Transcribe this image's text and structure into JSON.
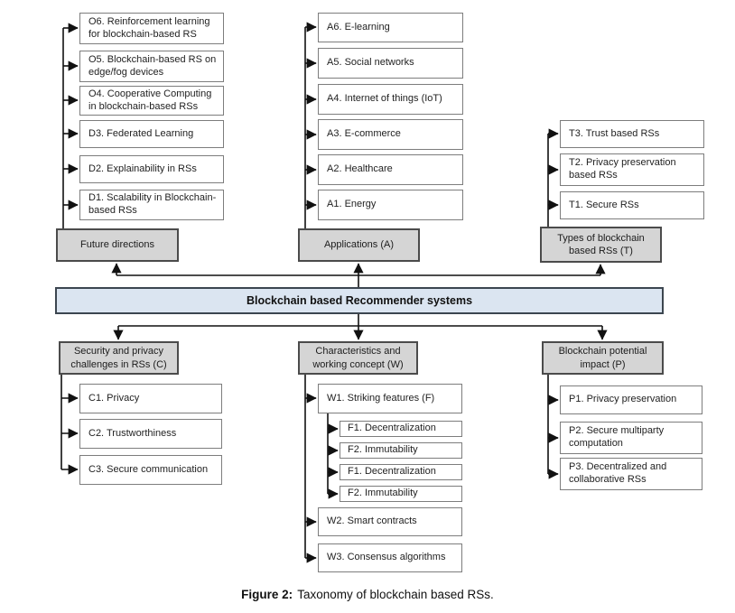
{
  "root_label": "Blockchain based Recommender systems",
  "colors": {
    "root_fill": "#dbe5f1",
    "root_border": "#3c4650",
    "category_fill": "#d5d5d5",
    "category_border": "#4b4b4b",
    "node_border": "#7d7d7d",
    "line_color": "#111111"
  },
  "future": {
    "category": "Future directions",
    "items": [
      "O6. Reinforcement learning for blockchain-based RS",
      "O5. Blockchain-based RS on edge/fog devices",
      "O4. Cooperative Computing in blockchain-based RSs",
      "D3. Federated Learning",
      "D2. Explainability in RSs",
      "D1. Scalability in Blockchain-based RSs"
    ]
  },
  "applications": {
    "category": "Applications (A)",
    "items": [
      "A6. E-learning",
      "A5. Social networks",
      "A4. Internet of things (IoT)",
      "A3. E-commerce",
      "A2. Healthcare",
      "A1. Energy"
    ]
  },
  "types": {
    "category": "Types of blockchain based RSs (T)",
    "items": [
      "T3. Trust based RSs",
      "T2. Privacy preservation based RSs",
      "T1. Secure RSs"
    ]
  },
  "challenges": {
    "category": "Security and privacy challenges in RSs (C)",
    "items": [
      "C1. Privacy",
      "C2. Trustworthiness",
      "C3. Secure communication"
    ]
  },
  "characteristics": {
    "category": "Characteristics and working concept (W)",
    "items": [
      "W1. Striking features (F)",
      "W2. Smart contracts",
      "W3. Consensus algorithms"
    ],
    "features": [
      "F1. Decentralization",
      "F2. Immutability",
      "F1. Decentralization",
      "F2. Immutability"
    ]
  },
  "impact": {
    "category": "Blockchain potential impact (P)",
    "items": [
      "P1. Privacy preservation",
      "P2. Secure multiparty computation",
      "P3. Decentralized and collaborative RSs"
    ]
  },
  "caption": {
    "prefix": "Figure 2:",
    "text": "Taxonomy of blockchain based RSs."
  }
}
